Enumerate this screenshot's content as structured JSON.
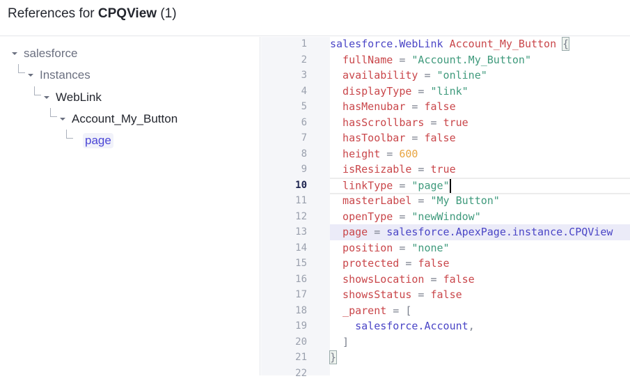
{
  "header": {
    "prefix": "References for ",
    "name": "CPQView",
    "count": "(1)"
  },
  "tree": [
    {
      "label": "salesforce",
      "depth": 0,
      "expanded": true,
      "style": "muted"
    },
    {
      "label": "Instances",
      "depth": 1,
      "expanded": true,
      "style": "muted"
    },
    {
      "label": "WebLink",
      "depth": 2,
      "expanded": true,
      "style": "dark"
    },
    {
      "label": "Account_My_Button",
      "depth": 3,
      "expanded": true,
      "style": "dark"
    },
    {
      "label": "page",
      "depth": 4,
      "expanded": false,
      "style": "sel",
      "selected": true
    }
  ],
  "editor": {
    "active_line": 10,
    "highlight_line": 13,
    "lines": [
      [
        [
          "salesforce.WebLink ",
          "type"
        ],
        [
          "Account_My_Button ",
          "name"
        ],
        [
          "{",
          "brace"
        ]
      ],
      [
        [
          "  fullName",
          "prop"
        ],
        [
          " = ",
          "op"
        ],
        [
          "\"Account.My_Button\"",
          "str"
        ]
      ],
      [
        [
          "  availability",
          "prop"
        ],
        [
          " = ",
          "op"
        ],
        [
          "\"online\"",
          "str"
        ]
      ],
      [
        [
          "  displayType",
          "prop"
        ],
        [
          " = ",
          "op"
        ],
        [
          "\"link\"",
          "str"
        ]
      ],
      [
        [
          "  hasMenubar",
          "prop"
        ],
        [
          " = ",
          "op"
        ],
        [
          "false",
          "bool"
        ]
      ],
      [
        [
          "  hasScrollbars",
          "prop"
        ],
        [
          " = ",
          "op"
        ],
        [
          "true",
          "bool"
        ]
      ],
      [
        [
          "  hasToolbar",
          "prop"
        ],
        [
          " = ",
          "op"
        ],
        [
          "false",
          "bool"
        ]
      ],
      [
        [
          "  height",
          "prop"
        ],
        [
          " = ",
          "op"
        ],
        [
          "600",
          "num"
        ]
      ],
      [
        [
          "  isResizable",
          "prop"
        ],
        [
          " = ",
          "op"
        ],
        [
          "true",
          "bool"
        ]
      ],
      [
        [
          "  linkType",
          "prop"
        ],
        [
          " = ",
          "op"
        ],
        [
          "\"page\"",
          "str"
        ]
      ],
      [
        [
          "  masterLabel",
          "prop"
        ],
        [
          " = ",
          "op"
        ],
        [
          "\"My Button\"",
          "str"
        ]
      ],
      [
        [
          "  openType",
          "prop"
        ],
        [
          " = ",
          "op"
        ],
        [
          "\"newWindow\"",
          "str"
        ]
      ],
      [
        [
          "  page",
          "prop"
        ],
        [
          " = ",
          "op"
        ],
        [
          "salesforce.ApexPage.instance.CPQView",
          "type"
        ]
      ],
      [
        [
          "  position",
          "prop"
        ],
        [
          " = ",
          "op"
        ],
        [
          "\"none\"",
          "str"
        ]
      ],
      [
        [
          "  protected",
          "prop"
        ],
        [
          " = ",
          "op"
        ],
        [
          "false",
          "bool"
        ]
      ],
      [
        [
          "  showsLocation",
          "prop"
        ],
        [
          " = ",
          "op"
        ],
        [
          "false",
          "bool"
        ]
      ],
      [
        [
          "  showsStatus",
          "prop"
        ],
        [
          " = ",
          "op"
        ],
        [
          "false",
          "bool"
        ]
      ],
      [
        [
          "  _parent",
          "prop"
        ],
        [
          " = ",
          "op"
        ],
        [
          "[",
          "punc"
        ]
      ],
      [
        [
          "    salesforce.Account",
          "type"
        ],
        [
          ",",
          "punc"
        ]
      ],
      [
        [
          "  ]",
          "punc"
        ]
      ],
      [
        [
          "}",
          "brace"
        ]
      ],
      []
    ]
  }
}
